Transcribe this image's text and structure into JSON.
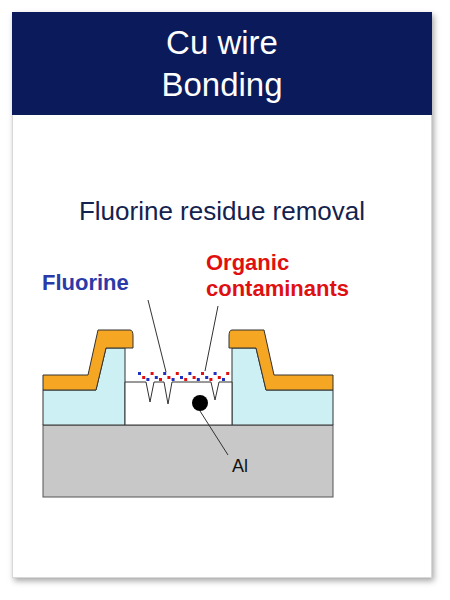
{
  "diagram": {
    "title": "Cu wire Bonding",
    "labels": [
      "Fluorine residue removal",
      "Fluorine",
      "Organic contaminants",
      "Al"
    ]
  }
}
